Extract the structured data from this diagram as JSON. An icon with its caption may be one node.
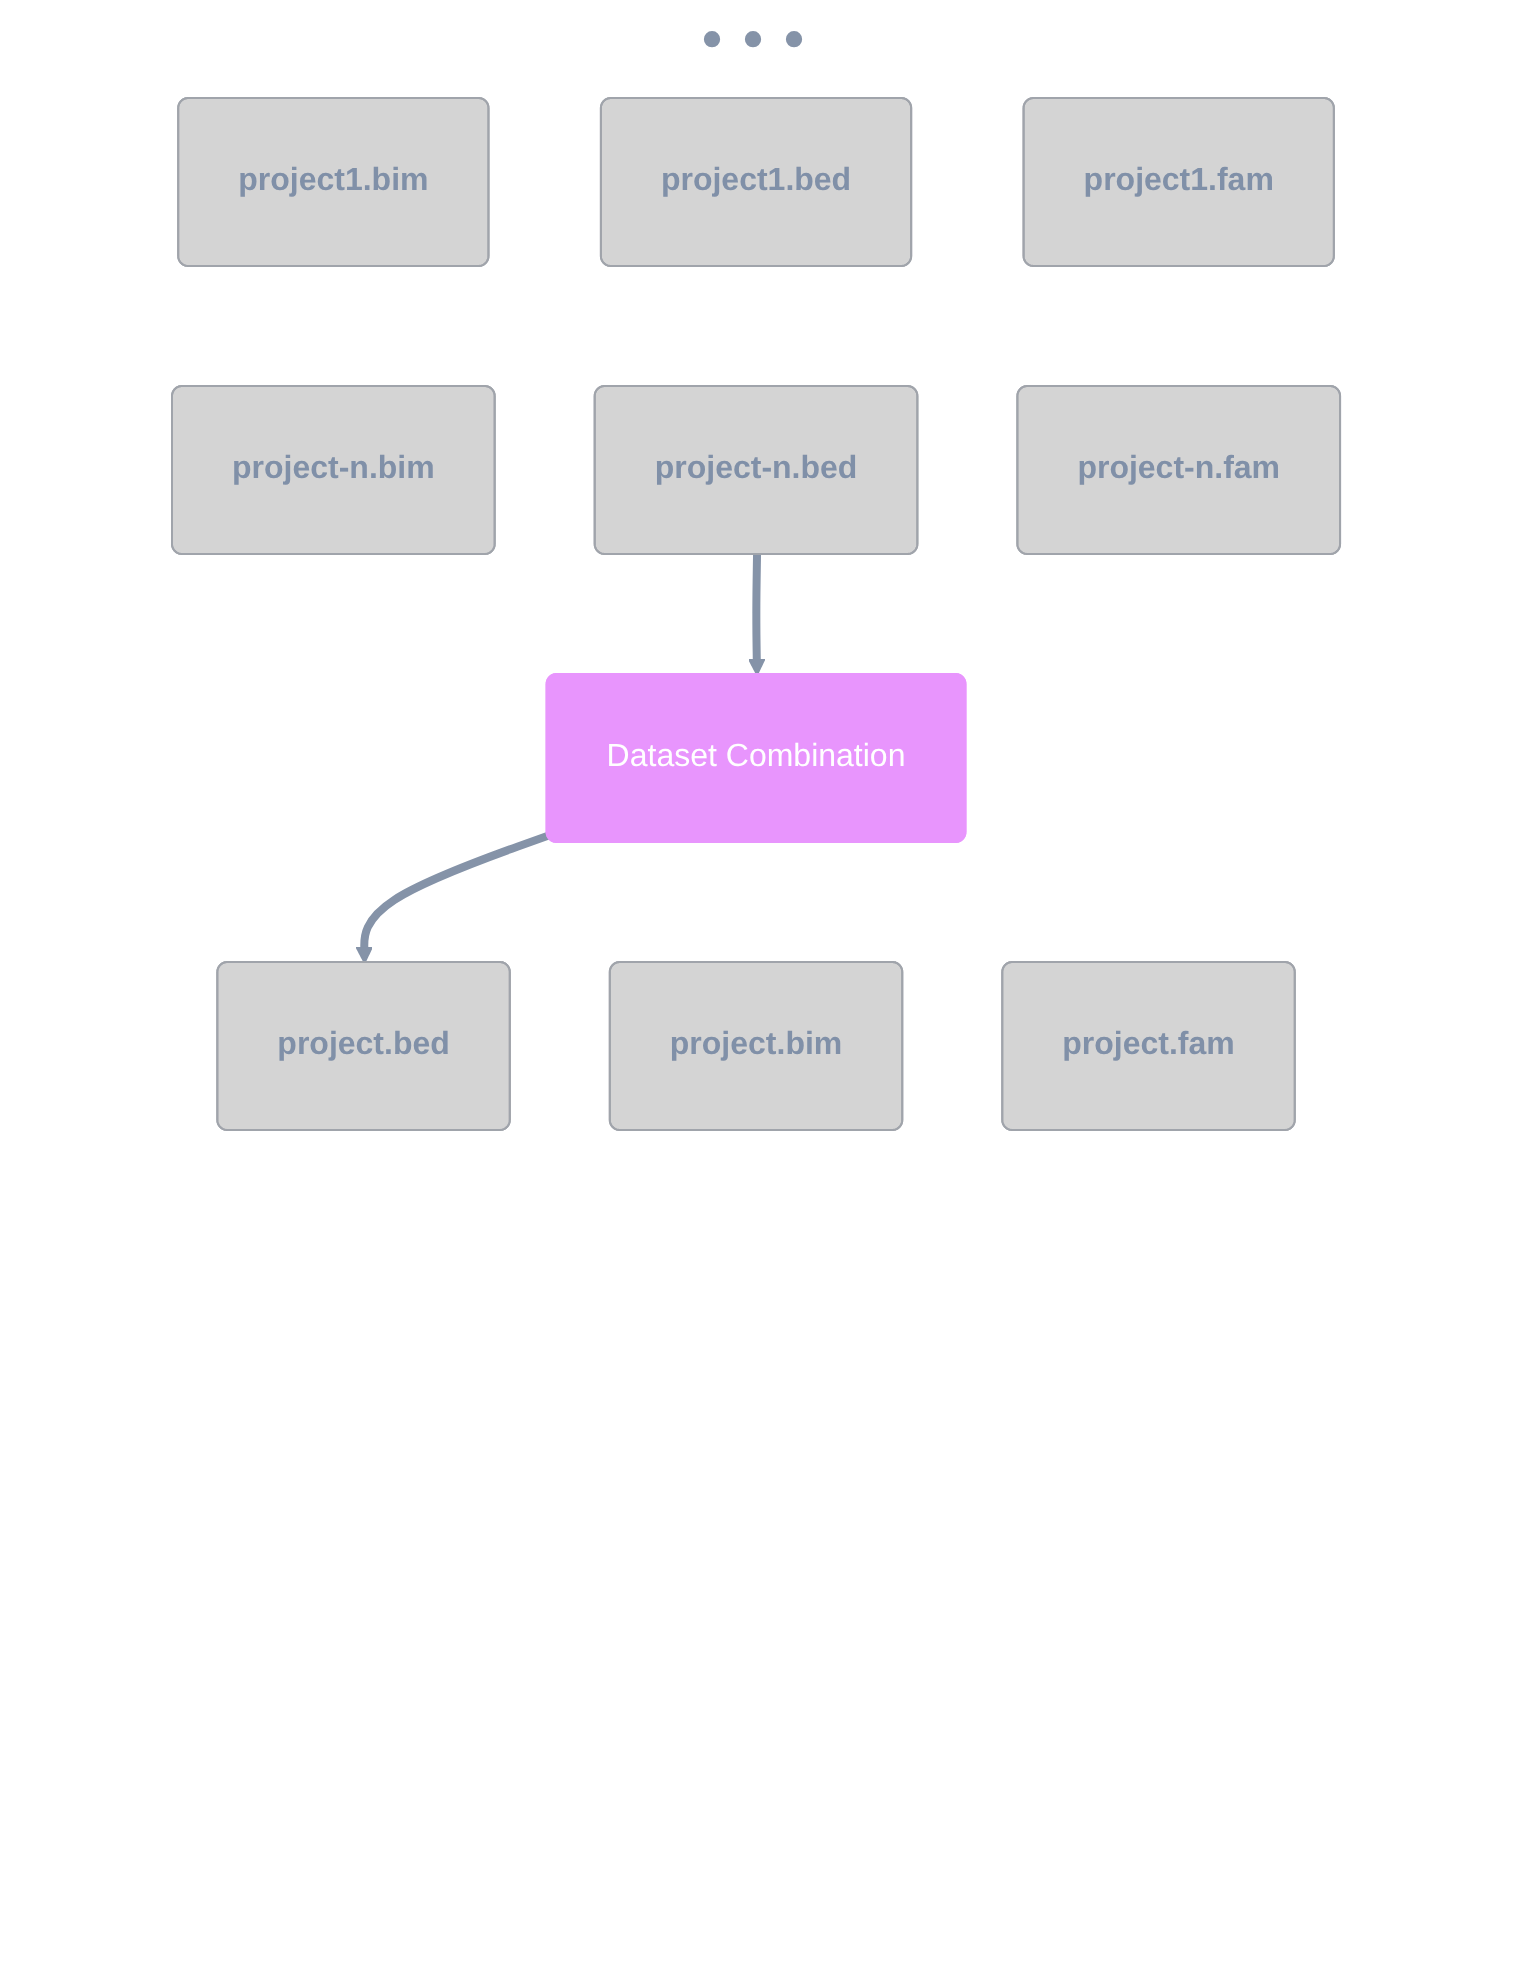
{
  "diagram": {
    "nodes": [
      {
        "text": [
          "project1.bim"
        ]
      },
      {
        "text": [
          "project1.bed"
        ]
      },
      {
        "text": [
          "project1.fam"
        ]
      },
      {
        "text": [
          "project-n.bim"
        ]
      },
      {
        "text": [
          "project-n.bed"
        ]
      },
      {
        "text": [
          "project-n.fam"
        ]
      },
      {
        "text": [
          "Dataset Combination"
        ]
      },
      {
        "text": [
          "project.bim"
        ]
      },
      {
        "text": [
          "project.bed"
        ]
      },
      {
        "text": [
          "project.fam"
        ]
      }
    ],
    "edges": [
      {
        "from": 4,
        "to": 6,
        "arrow": "to"
      },
      {
        "from": 6,
        "to": 8,
        "arrow": "to"
      }
    ],
    "labels": [
      "•••"
    ]
  }
}
